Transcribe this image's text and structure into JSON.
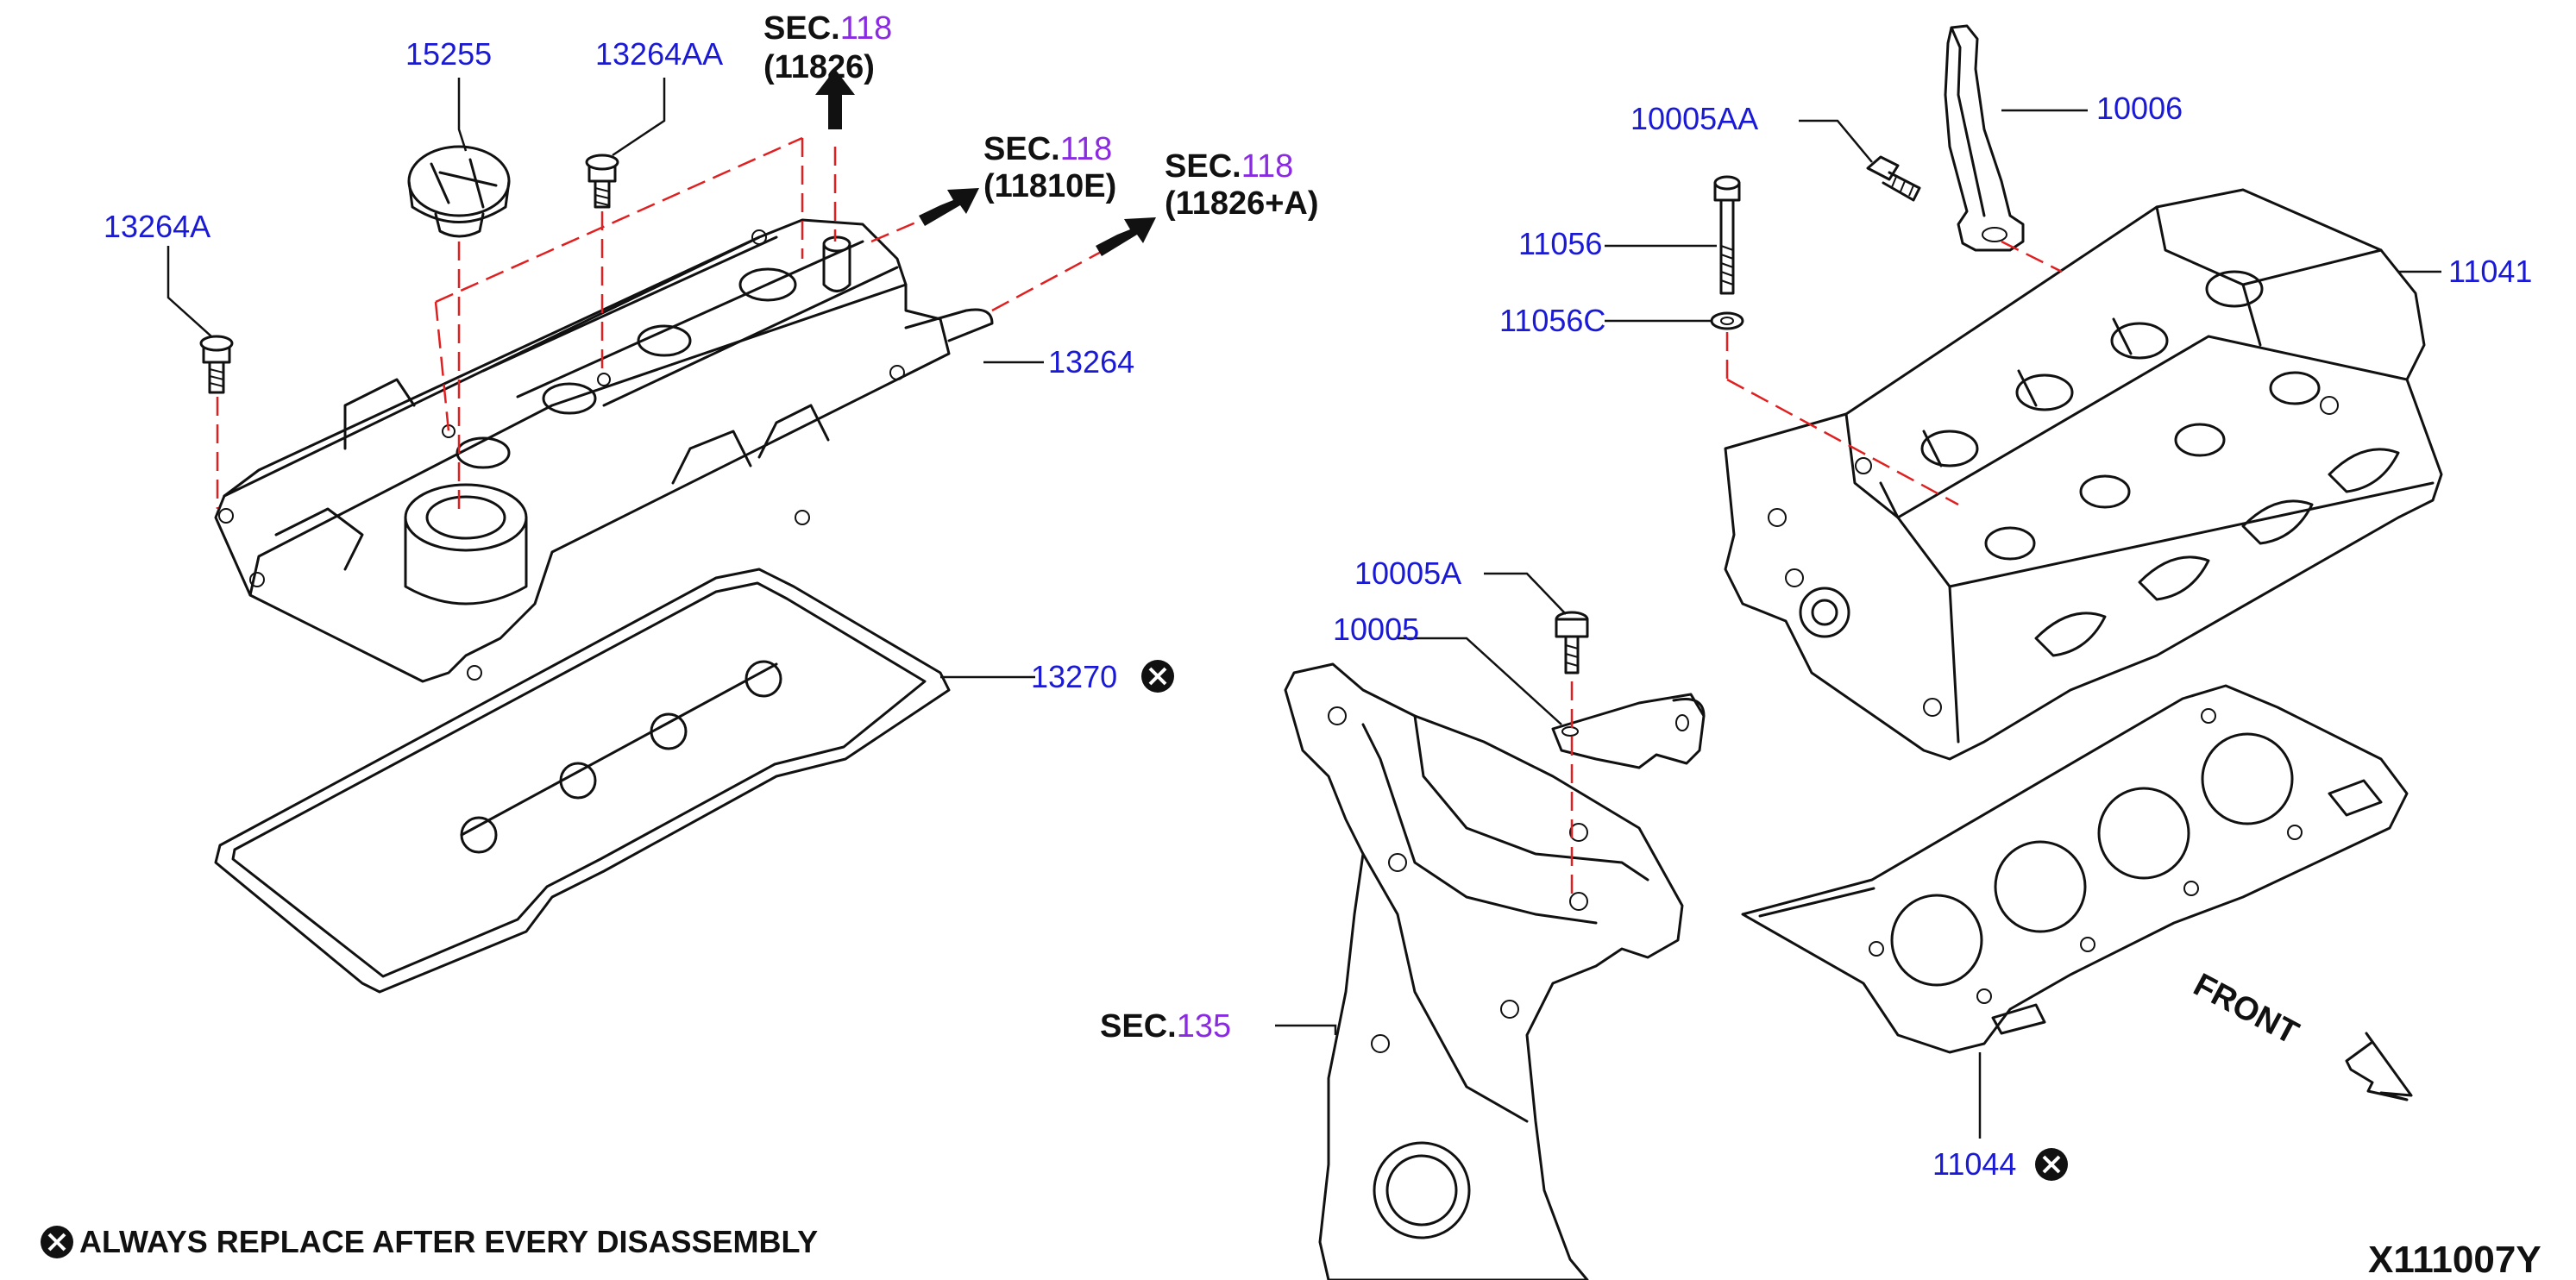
{
  "parts": {
    "p15255": "15255",
    "p13264AA": "13264AA",
    "p13264A": "13264A",
    "p13264": "13264",
    "p13270": "13270",
    "p10005AA": "10005AA",
    "p10006": "10006",
    "p11056": "11056",
    "p11056C": "11056C",
    "p11041": "11041",
    "p10005A": "10005A",
    "p10005": "10005",
    "p11044": "11044"
  },
  "sections": {
    "s1": {
      "prefix": "SEC.",
      "num": "118",
      "ref": "(11826)"
    },
    "s2": {
      "prefix": "SEC.",
      "num": "118",
      "ref": "(11810E)"
    },
    "s3": {
      "prefix": "SEC.",
      "num": "118",
      "ref": "(11826+A)"
    },
    "s4": {
      "prefix": "SEC.",
      "num": "135"
    }
  },
  "footer": {
    "note": "ALWAYS REPLACE AFTER EVERY DISASSEMBLY",
    "code": "X111007Y"
  },
  "front_label": "FRONT",
  "colors": {
    "part_number": "#1a1ad6",
    "section_number": "#8a2be2",
    "dashed_line": "#e02020",
    "outline": "#111111"
  }
}
